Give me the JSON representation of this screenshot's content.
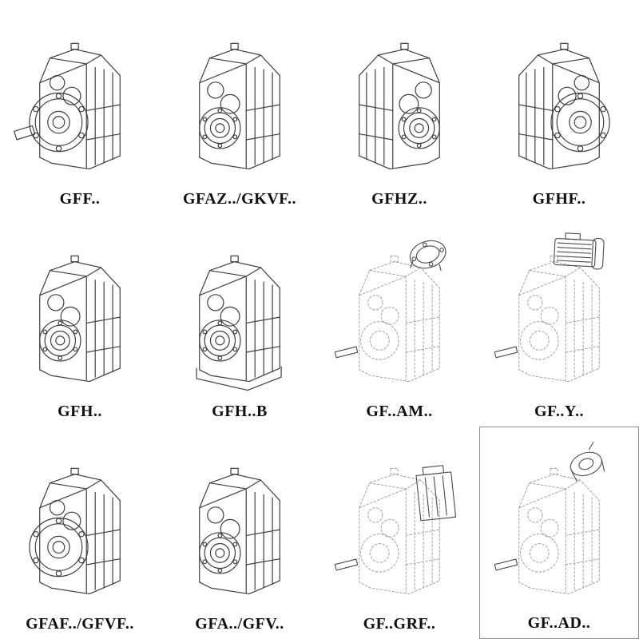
{
  "page": {
    "background": "#ffffff",
    "line_color": "#3e3e3e",
    "phantom_line_color": "#9b9b9b"
  },
  "grid": {
    "rows": 3,
    "cols": 4,
    "cells": [
      {
        "label": "GFF..",
        "drawing": "gearbox-shaft-flange",
        "boxed": false
      },
      {
        "label": "GFAZ../GKVF..",
        "drawing": "gearbox-hollow-shaft",
        "boxed": false
      },
      {
        "label": "GFHZ..",
        "drawing": "gearbox-hollow-shaft-mirrored",
        "boxed": false
      },
      {
        "label": "GFHF..",
        "drawing": "gearbox-flange-mirrored",
        "boxed": false
      },
      {
        "label": "GFH..",
        "drawing": "gearbox-hollow-shaft",
        "boxed": false
      },
      {
        "label": "GFH..B",
        "drawing": "gearbox-hollow-shaft-foot",
        "boxed": false
      },
      {
        "label": "GF..AM..",
        "drawing": "gearbox-phantom-input-flange",
        "boxed": false
      },
      {
        "label": "GF..Y..",
        "drawing": "gearbox-phantom-motor",
        "boxed": false
      },
      {
        "label": "GFAF../GFVF..",
        "drawing": "gearbox-flange-hollow",
        "boxed": false
      },
      {
        "label": "GFA../GFV..",
        "drawing": "gearbox-hollow-shaft",
        "boxed": false
      },
      {
        "label": "GF..GRF..",
        "drawing": "gearbox-phantom-grf-block",
        "boxed": false
      },
      {
        "label": "GF..AD..",
        "drawing": "gearbox-phantom-ad-adapter",
        "boxed": true
      }
    ]
  }
}
